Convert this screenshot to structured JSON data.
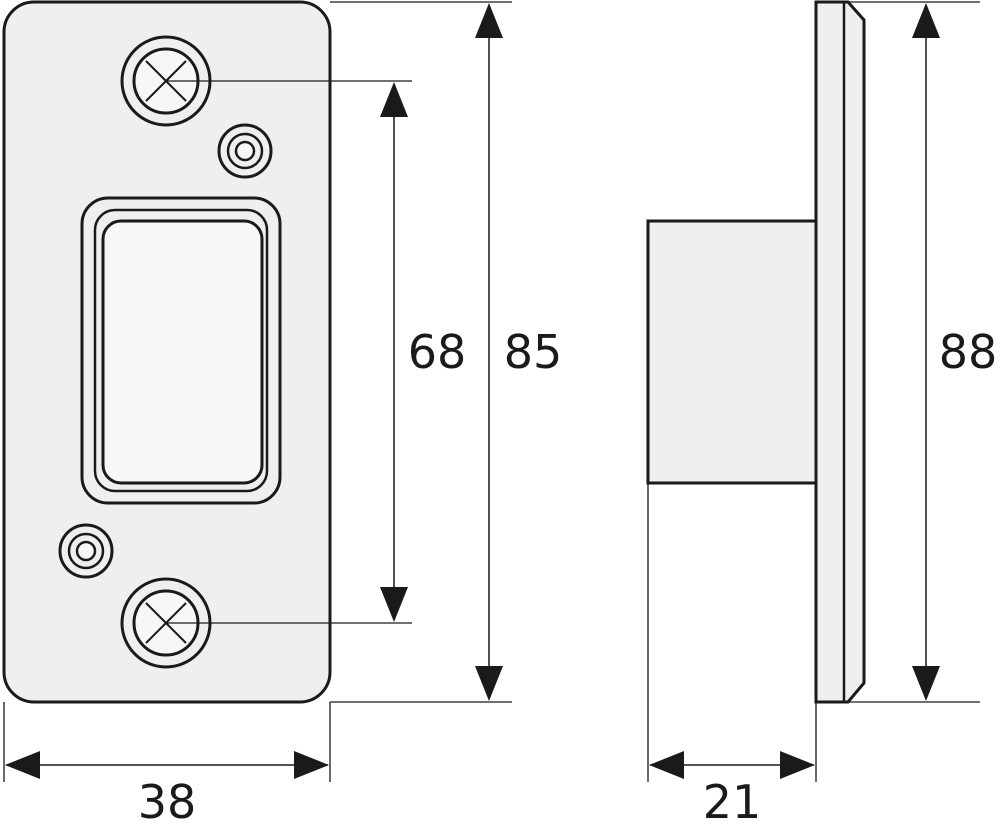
{
  "dimensions": {
    "plate_spacing": "68",
    "plate_height": "85",
    "width": "38",
    "depth": "21",
    "overall_height": "88"
  },
  "colors": {
    "fill": "#efefef",
    "stroke": "#1a1a1a",
    "dim_line": "#1a1a1a"
  }
}
